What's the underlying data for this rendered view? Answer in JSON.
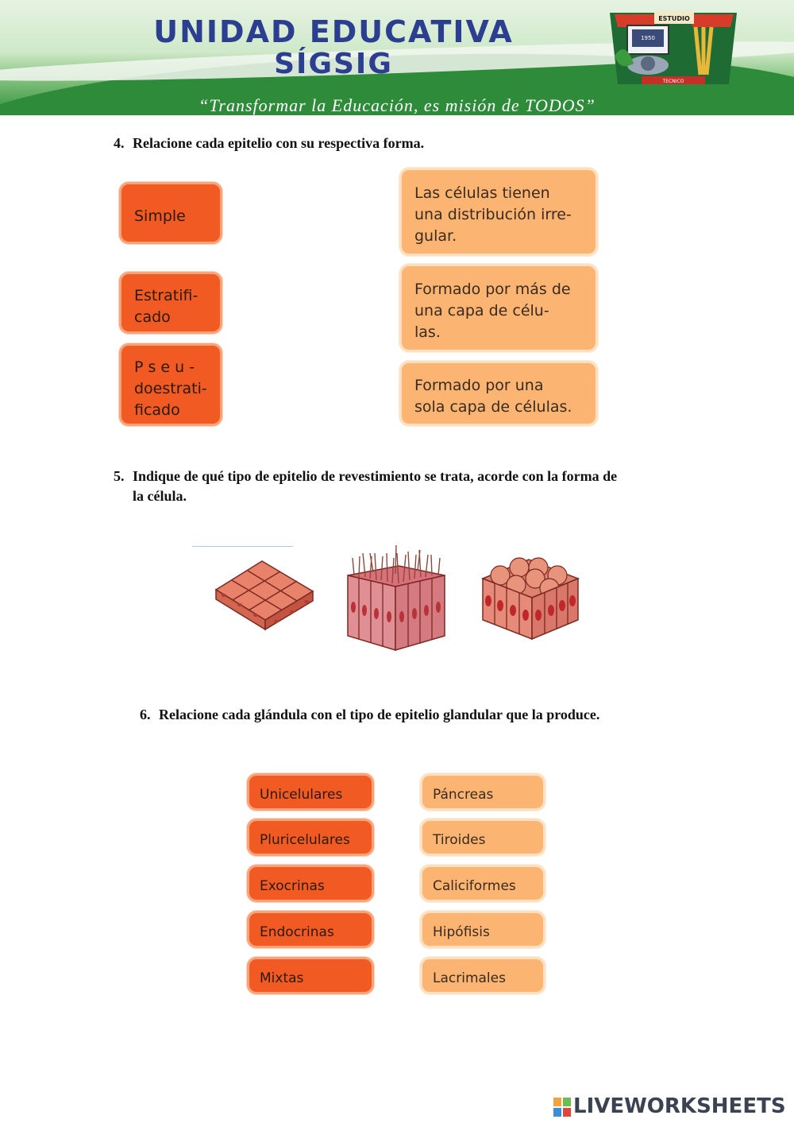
{
  "header": {
    "school_line1": "UNIDAD EDUCATIVA",
    "school_line2": "SÍGSIG",
    "motto": "“Transformar la Educación, es misión de TODOS”",
    "logo": {
      "top_text": "ESTUDIO",
      "year_text": "1950",
      "bottom_text": "TECNICO"
    }
  },
  "q4": {
    "number": "4.",
    "text": "Relacione cada epitelio con su respectiva forma.",
    "left_items": [
      "Simple",
      "Estratifi-|cado",
      "P s e u -|doestrati-|ficado"
    ],
    "right_items": [
      "Las células tienen|una distribución irre-|gular.",
      "Formado por más de|una capa de célu-|las.",
      "Formado por una|sola capa de células."
    ]
  },
  "q5": {
    "number": "5.",
    "text_line1": "Indique de qué tipo de epitelio de revestimiento se trata, acorde con la forma de",
    "text_line2": "la célula.",
    "illustrations": [
      "squamous-epithelium",
      "columnar-ciliated-epithelium",
      "cuboidal-epithelium"
    ]
  },
  "q6": {
    "number": "6.",
    "text": "Relacione cada glándula con el tipo de epitelio glandular que la produce.",
    "left_items": [
      "Unicelulares",
      "Pluricelulares",
      "Exocrinas",
      "Endocrinas",
      "Mixtas"
    ],
    "right_items": [
      "Páncreas",
      "Tiroides",
      "Caliciformes",
      "Hipófisis",
      "Lacrimales"
    ]
  },
  "footer": {
    "watermark": "LIVEWORKSHEETS"
  },
  "colors": {
    "dark_orange": "#f15a22",
    "light_orange": "#fbb472",
    "title_blue": "#2c3e8f",
    "banner_green": "#2e8b3a"
  }
}
